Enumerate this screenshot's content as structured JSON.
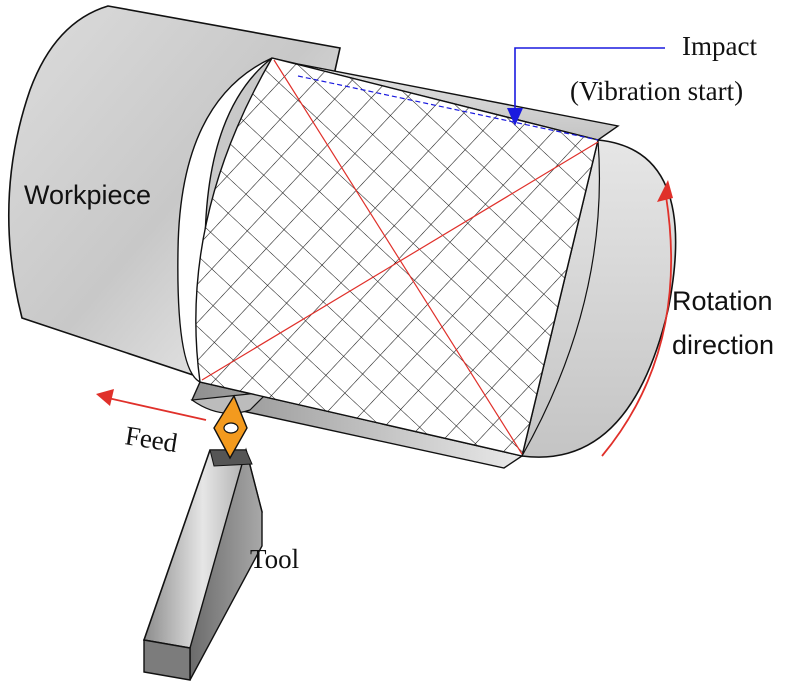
{
  "labels": {
    "workpiece": "Workpiece",
    "impact_line1": "Impact",
    "impact_line2": "(Vibration start)",
    "rotation_line1": "Rotation",
    "rotation_line2": "direction",
    "feed": "Feed",
    "tool": "Tool"
  },
  "colors": {
    "mesh": "#111111",
    "red_lines": "#e0302a",
    "impact_arrow": "#1a1adf",
    "insert": "#f39a1e",
    "outline": "#111111"
  },
  "icons": {
    "impact_arrow": "arrow-down-icon",
    "feed_arrow": "arrow-left-icon",
    "rotation_arrow": "curved-arrow-up-icon"
  }
}
